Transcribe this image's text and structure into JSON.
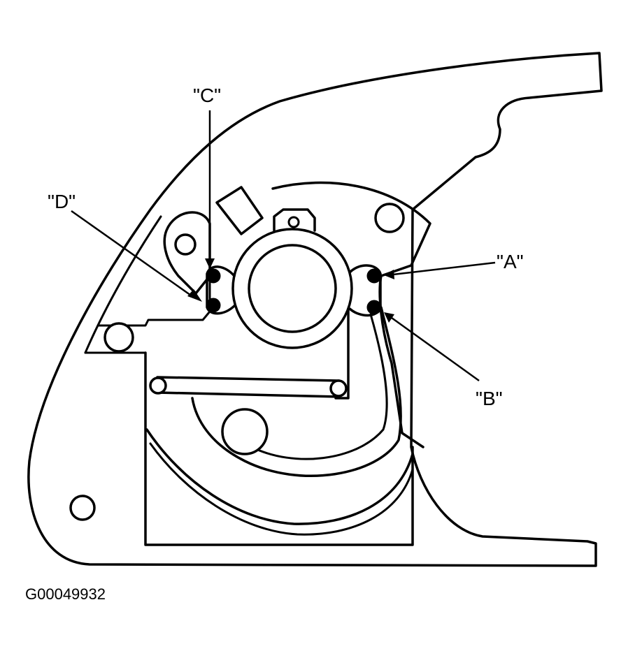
{
  "labels": {
    "a": "\"A\"",
    "b": "\"B\"",
    "c": "\"C\"",
    "d": "\"D\""
  },
  "figure_id": "G00049932"
}
